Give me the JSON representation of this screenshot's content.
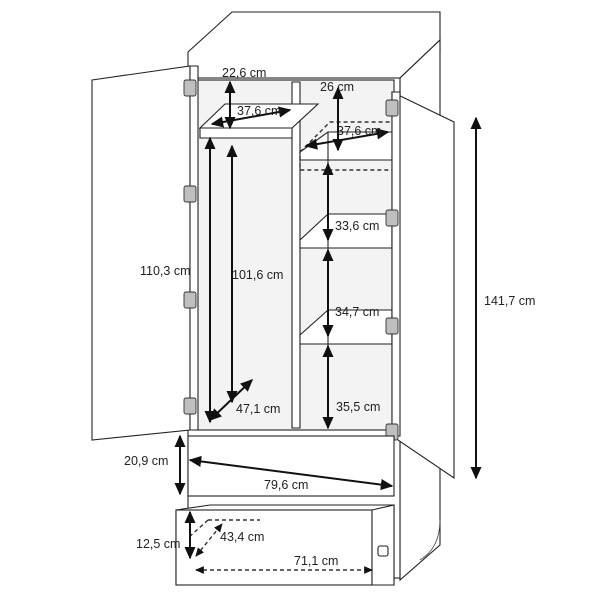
{
  "diagram": {
    "dimensions": {
      "d_22_6": "22,6 cm",
      "d_26": "26 cm",
      "d_37_6_left": "37,6 cm",
      "d_37_6_right": "37,6 cm",
      "d_33_6": "33,6 cm",
      "d_110_3": "110,3 cm",
      "d_101_6": "101,6 cm",
      "d_141_7": "141,7 cm",
      "d_34_7": "34,7 cm",
      "d_47_1": "47,1 cm",
      "d_35_5": "35,5 cm",
      "d_20_9": "20,9 cm",
      "d_79_6": "79,6 cm",
      "d_12_5": "12,5 cm",
      "d_43_4": "43,4 cm",
      "d_71_1": "71,1 cm"
    }
  }
}
